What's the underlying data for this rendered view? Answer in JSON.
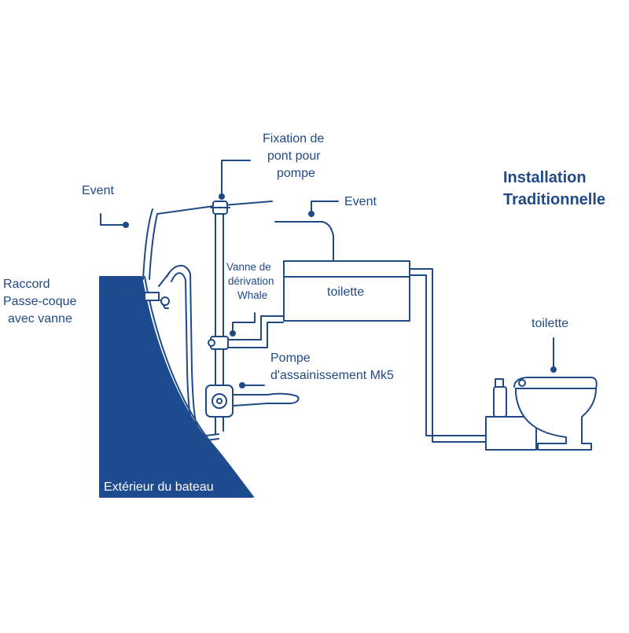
{
  "title": {
    "line1": "Installation",
    "line2": "Traditionnelle"
  },
  "labels": {
    "event_left": "Event",
    "deck_fitting": [
      "Fixation de",
      "pont pour",
      "pompe"
    ],
    "event_right": "Event",
    "raccord": [
      "Raccord",
      "Passe-coque",
      "avec vanne"
    ],
    "vanne": [
      "Vanne de",
      "dérivation",
      "Whale"
    ],
    "tank": "toilette",
    "toilet": "toilette",
    "pompe": [
      "Pompe",
      "d'assainissement Mk5"
    ],
    "hull": "Extérieur du bateau"
  },
  "colors": {
    "line": "#1f4a86",
    "hull": "#1d4b8f",
    "background": "#ffffff"
  }
}
